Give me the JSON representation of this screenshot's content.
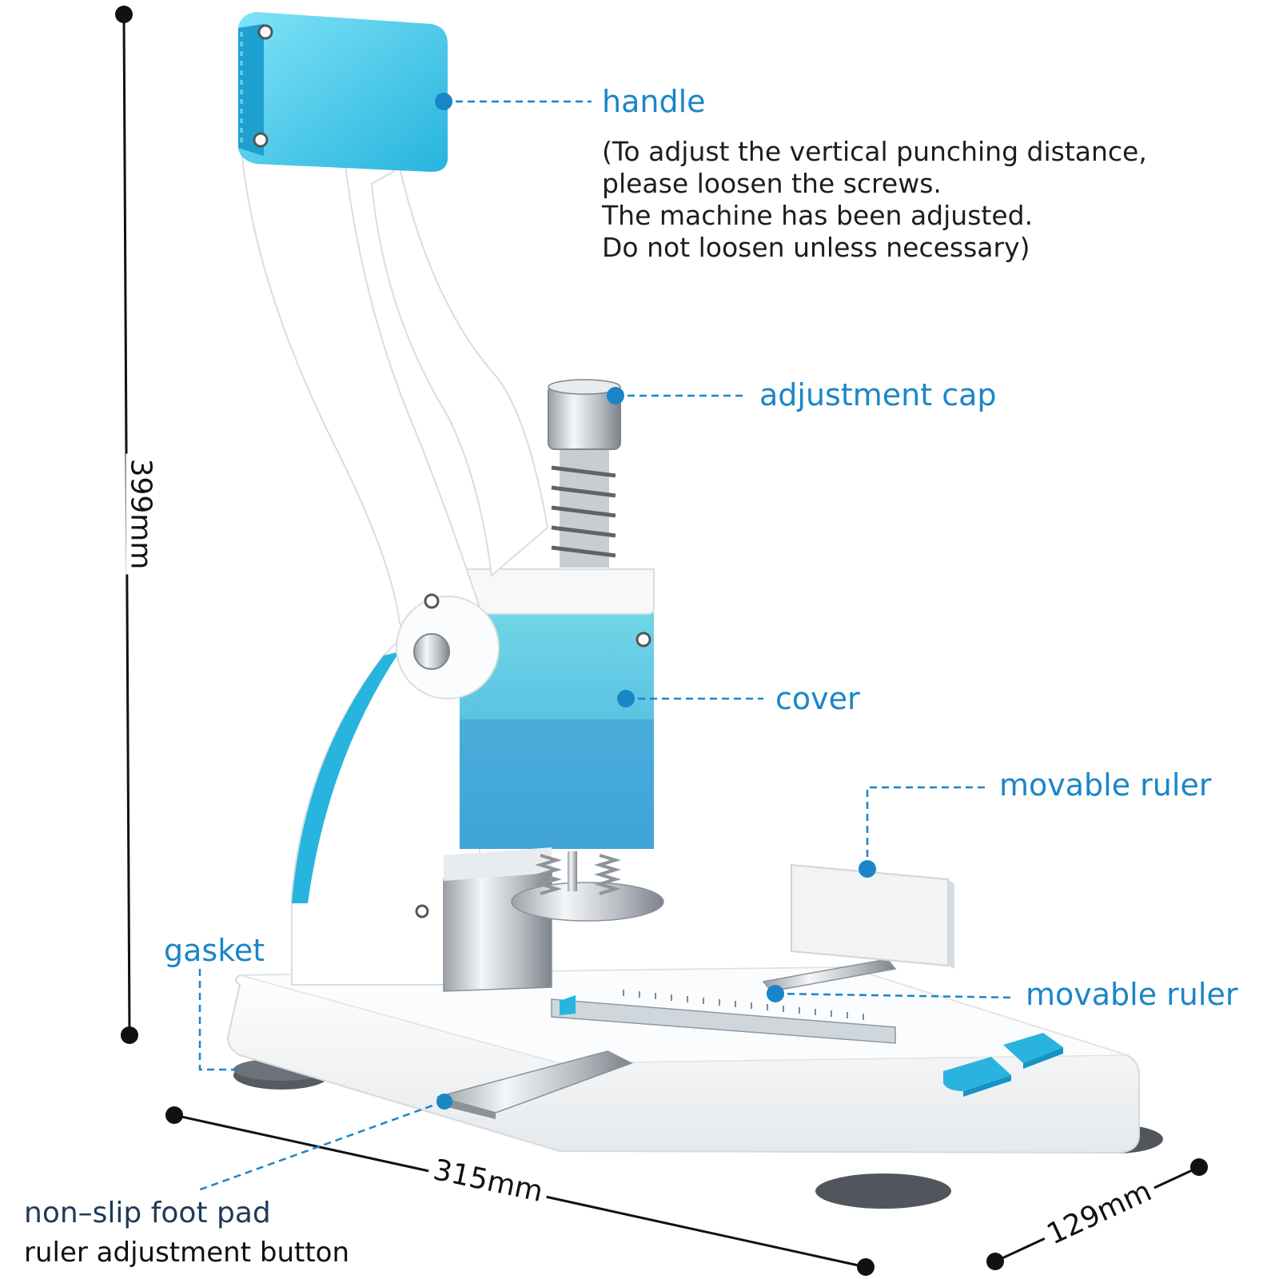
{
  "colors": {
    "accent": "#22b8e0",
    "accent_dark": "#1593c4",
    "label_blue": "#1a86c8",
    "body_white": "#f6f7f8",
    "outline": "#d9dde1"
  },
  "labels": {
    "handle": "handle",
    "handle_note": [
      "(To adjust the vertical punching distance,",
      "please loosen the screws.",
      "The machine has been adjusted.",
      "Do not loosen unless necessary)"
    ],
    "adjustment_cap": "adjustment cap",
    "cover": "cover",
    "movable_ruler_top": "movable ruler",
    "movable_ruler_bottom": "movable ruler",
    "gasket": "gasket",
    "non_slip_foot_pad": "non–slip foot pad",
    "ruler_adjustment_button": "ruler adjustment button"
  },
  "dimensions": {
    "height": "399mm",
    "length": "315mm",
    "width": "129mm"
  },
  "icons": [
    "screw-icon",
    "spring-icon",
    "foot-pad-icon",
    "button-icon"
  ]
}
